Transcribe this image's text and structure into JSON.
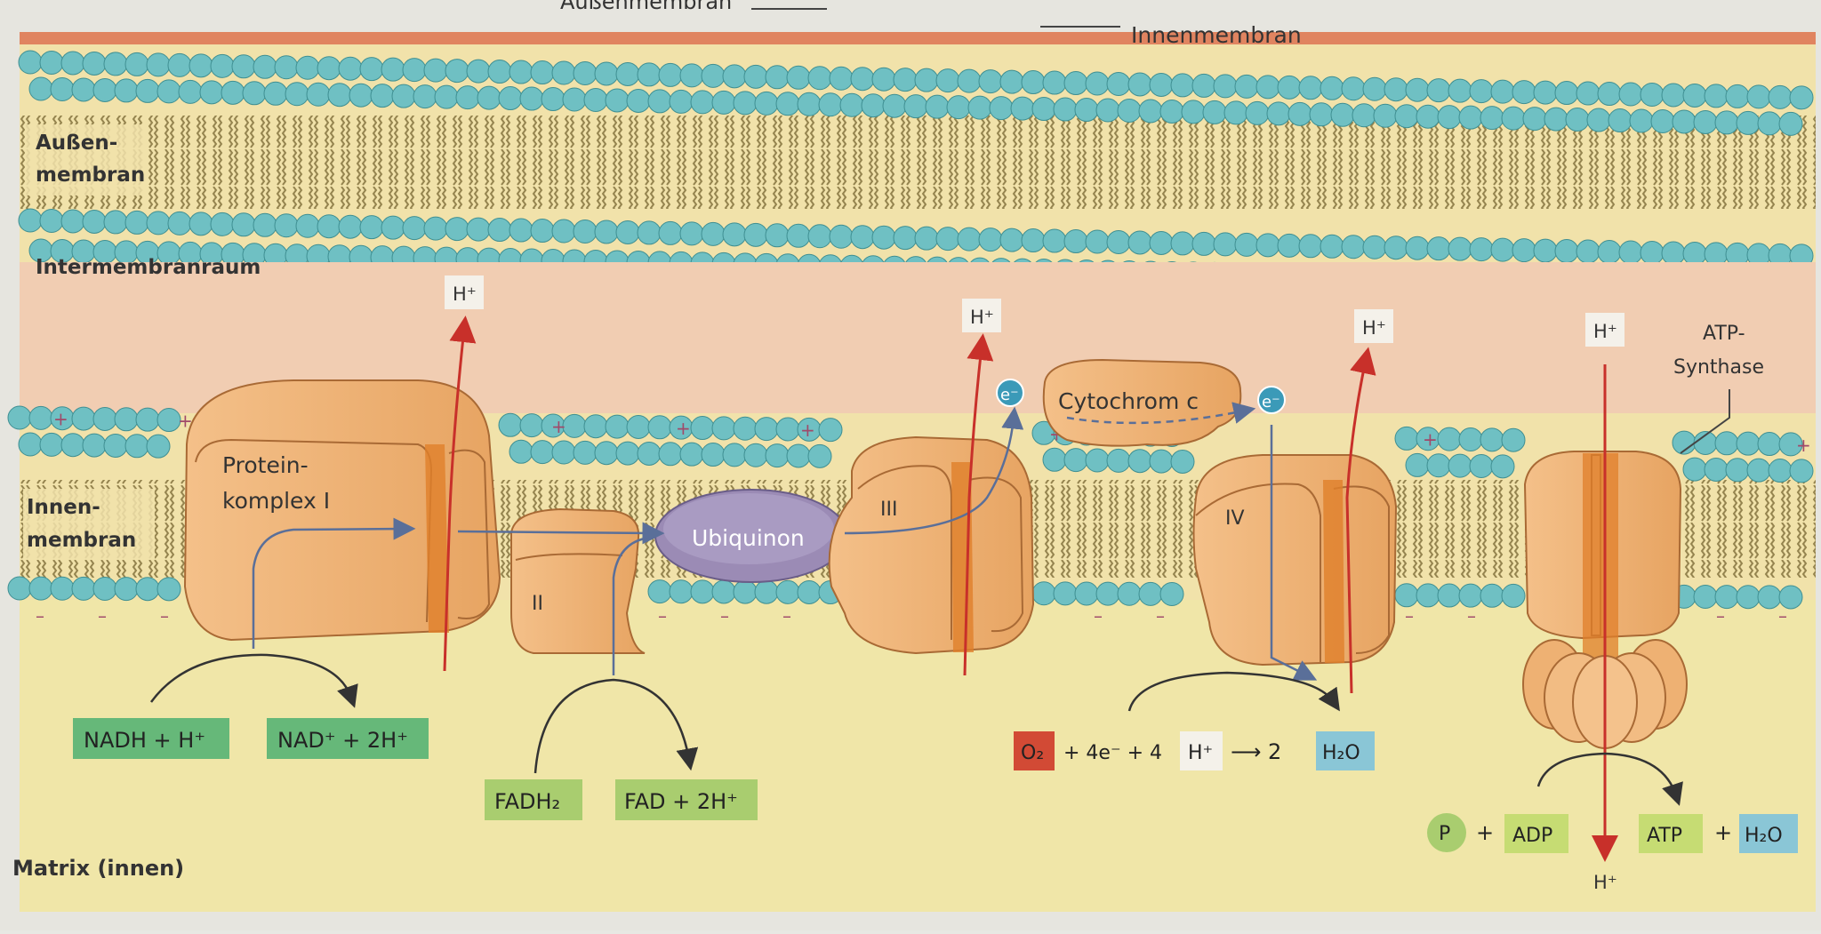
{
  "top_labels": {
    "outer": "Außenmembran",
    "inner": "Innenmembran"
  },
  "regions": {
    "outer_membrane": [
      "Außen-",
      "membran"
    ],
    "intermembrane": "Intermembranraum",
    "inner_membrane": [
      "Innen-",
      "membran"
    ],
    "matrix": "Matrix (innen)"
  },
  "complexes": {
    "c1": [
      "Protein-",
      "komplex I"
    ],
    "c2": "II",
    "c3": "III",
    "c4": "IV",
    "ubiquinon": "Ubiquinon",
    "cytochrom": "Cytochrom c",
    "atp_synthase": [
      "ATP-",
      "Synthase"
    ]
  },
  "hplus": "H⁺",
  "electron": "e⁻",
  "reactions": {
    "nadh": "NADH + H⁺",
    "nad": "NAD⁺ + 2H⁺",
    "fadh": "FADH₂",
    "fad": "FAD + 2H⁺",
    "o2": "O₂",
    "plus4e": "+ 4e⁻ + 4",
    "h": "H⁺",
    "arrow2": "⟶ 2",
    "h2o": "H₂O",
    "p": "P",
    "plus": "+",
    "adp": "ADP",
    "atp": "ATP",
    "h2o_b": "H₂O"
  },
  "colors": {
    "membrane_head": "#6fc0c3",
    "protein": "#eeb173",
    "green_box": "#66b879",
    "red_box": "#d24a35",
    "blue_box": "#8ac6d6",
    "ubiquinon": "#9b8bb5"
  }
}
